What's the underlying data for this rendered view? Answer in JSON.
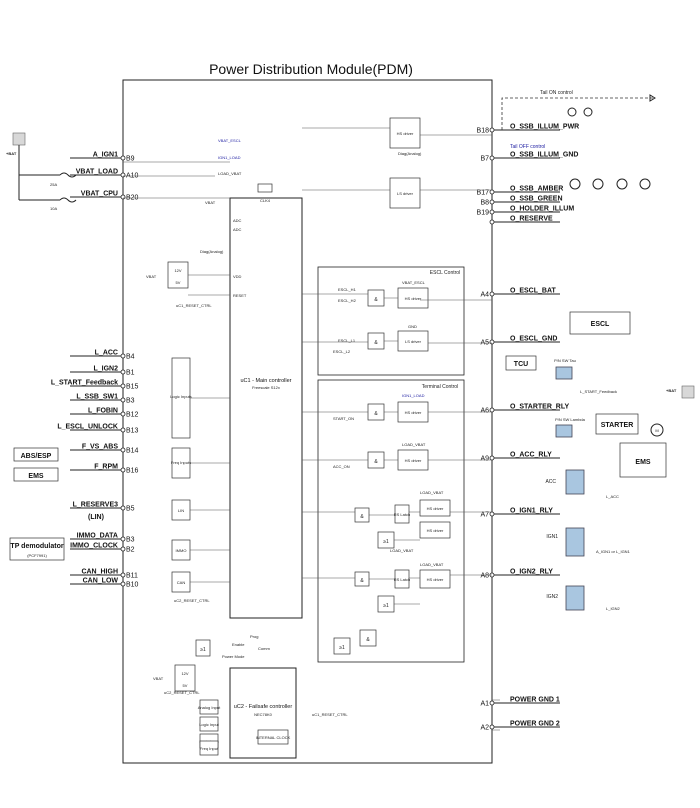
{
  "title": "Power Distribution Module(PDM)",
  "left": {
    "bat": "+BAT",
    "fuses": [
      "25A",
      "10A"
    ],
    "inputs": [
      {
        "label": "A_IGN1",
        "pin": "B9"
      },
      {
        "label": "VBAT_LOAD",
        "pin": "A10"
      },
      {
        "label": "VBAT_CPU",
        "pin": "B20"
      },
      {
        "label": "L_ACC",
        "pin": "B4"
      },
      {
        "label": "L_IGN2",
        "pin": "B1"
      },
      {
        "label": "L_START_Feedback",
        "pin": "B15"
      },
      {
        "label": "L_SSB_SW1",
        "pin": "B3"
      },
      {
        "label": "L_FOBIN",
        "pin": "B12"
      },
      {
        "label": "L_ESCL_UNLOCK",
        "pin": "B13"
      },
      {
        "label": "F_VS_ABS",
        "pin": "B14"
      },
      {
        "label": "F_RPM",
        "pin": "B16"
      },
      {
        "label": "L_RESERVE3",
        "pin": "B5"
      },
      {
        "label": "IMMO_DATA",
        "pin": "B3"
      },
      {
        "label": "IMMO_CLOCK",
        "pin": "B2"
      },
      {
        "label": "CAN_HIGH",
        "pin": "B11"
      },
      {
        "label": "CAN_LOW",
        "pin": "B10"
      }
    ],
    "lin_label": "(LIN)",
    "ext_boxes": [
      "ABS/ESP",
      "EMS"
    ],
    "tp_demod": "TP demodulator",
    "tp_part": "(PCF7991)"
  },
  "internal": {
    "main_ctrl": "uC1 - Main controller",
    "main_ctrl_sub": "Freescale S12x",
    "clk": "CLK4",
    "failsafe": "uC2 - Failsafe controller",
    "failsafe_sub": "NEC78K0",
    "escl_ctrl": "ESCL Control",
    "terminal_ctrl": "Terminal Control",
    "blocks": {
      "logic_inputs": "Logic Inputs",
      "freq_inputs": "Freq Inputs",
      "lin": "LIN",
      "immo": "IMMO",
      "can": "CAN",
      "ls_driver": "LS driver",
      "hs_driver": "HS driver",
      "and": "&",
      "ge1": "≥1",
      "rs_latch": "RS Latch",
      "analog_input": "Analog Input",
      "logic_input": "Logic Input",
      "freq_input": "Freq Input",
      "internal_clock": "INTERNAL CLOCK"
    },
    "small_labels": {
      "vbat": "VBAT",
      "vbat_escl": "VBAT_ESCL",
      "ign1_load": "IGN1_LOAD",
      "load_vbat": "LOAD_VBAT",
      "diag_analog": "Diag(Analog)",
      "uc1_reset": "uC1_RESET_CTRL",
      "uc2_reset": "uC2_RESET_CTRL",
      "enable": "Enable",
      "power_mode": "Power Mode",
      "prog": "Prog",
      "comm": "Comm",
      "adc": "ADC",
      "vdd": "VDD",
      "reset": "RESET",
      "escl_h1": "ESCL_H1",
      "escl_h2": "ESCL_H2",
      "escl_l1": "ESCL_L1",
      "escl_l2": "ESCL_L2",
      "start_on": "START_ON",
      "acc_on": "ACC_ON",
      "ign1_load2": "IGN1_LOAD",
      "gnd": "GND",
      "vbat_12": "12V",
      "vbat_5": "5V"
    }
  },
  "right": {
    "tail_on": "Tail ON control",
    "tail_off": "Tail OFF control",
    "outputs": [
      {
        "label": "O_SSB_ILLUM_PWR",
        "pin": "B18"
      },
      {
        "label": "O_SSB_ILLUM_GND",
        "pin": "B7"
      },
      {
        "label": "O_SSB_AMBER",
        "pin": "B17"
      },
      {
        "label": "O_SSB_GREEN",
        "pin": "B8"
      },
      {
        "label": "O_HOLDER_ILLUM",
        "pin": "B19"
      },
      {
        "label": "O_RESERVE",
        "pin": ""
      },
      {
        "label": "O_ESCL_BAT",
        "pin": "A4"
      },
      {
        "label": "O_ESCL_GND",
        "pin": "A5"
      },
      {
        "label": "O_STARTER_RLY",
        "pin": "A6"
      },
      {
        "label": "O_ACC_RLY",
        "pin": "A9"
      },
      {
        "label": "O_IGN1_RLY",
        "pin": "A7"
      },
      {
        "label": "O_IGN2_RLY",
        "pin": "A8"
      },
      {
        "label": "POWER GND 1",
        "pin": "A1"
      },
      {
        "label": "POWER GND 2",
        "pin": "A2"
      }
    ],
    "escl": "ESCL",
    "tcu": "TCU",
    "pn_sw_tau": "P/N SW Tau",
    "pn_sw_lambda": "P/N SW Lambda",
    "l_start_feedback": "L_START_Feedback",
    "starter": "STARTER",
    "motor": "M",
    "ems": "EMS",
    "bat": "+BAT",
    "relays": {
      "acc": "ACC",
      "ign1": "IGN1",
      "ign2": "IGN2"
    },
    "relay_outs": {
      "acc": "L_ACC",
      "ign1": "A_IGN1 or L_IGN1",
      "ign2": "L_IGN2"
    }
  },
  "colors": {
    "switch": "#a9c6e0",
    "grey": "#d8d8d8",
    "text_blue": "#1a1aa0"
  }
}
